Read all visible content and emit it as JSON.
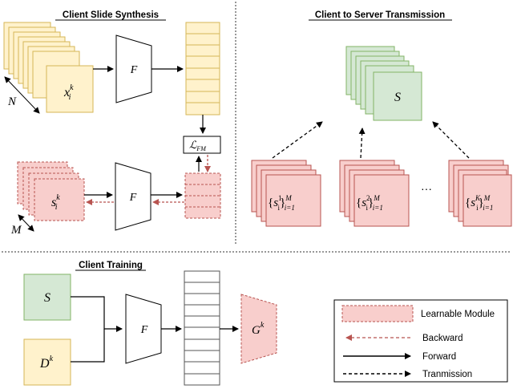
{
  "sections": {
    "synthesis_title": "Client Slide Synthesis",
    "transmission_title": "Client to Server Transmission",
    "training_title": "Client Training"
  },
  "labels": {
    "x": "x",
    "x_sup": "k",
    "x_sub": "i",
    "N": "N",
    "M": "M",
    "F": "F",
    "L": "ℒ",
    "L_sub": "FM",
    "s": "s",
    "s_sup": "k",
    "s_sub": "i",
    "S": "S",
    "D": "D",
    "D_sup": "k",
    "G": "G",
    "G_sup": "k",
    "ellipsis": "···"
  },
  "sets": [
    {
      "sup": "1",
      "M": "M",
      "sub": "i=1"
    },
    {
      "sup": "2",
      "M": "M",
      "sub": "i=1"
    },
    {
      "sup": "K",
      "M": "M",
      "sub": "i=1"
    }
  ],
  "legend": {
    "learnable": "Learnable Module",
    "backward": "Backward",
    "forward": "Forward",
    "transmission": "Tranmission"
  },
  "colors": {
    "yellow_fill": "#fff2cc",
    "yellow_stroke": "#d6b656",
    "green_fill": "#d5e8d4",
    "green_stroke": "#82b366",
    "red_fill": "#f8cecc",
    "red_stroke": "#b85450",
    "backward": "#b85450"
  }
}
